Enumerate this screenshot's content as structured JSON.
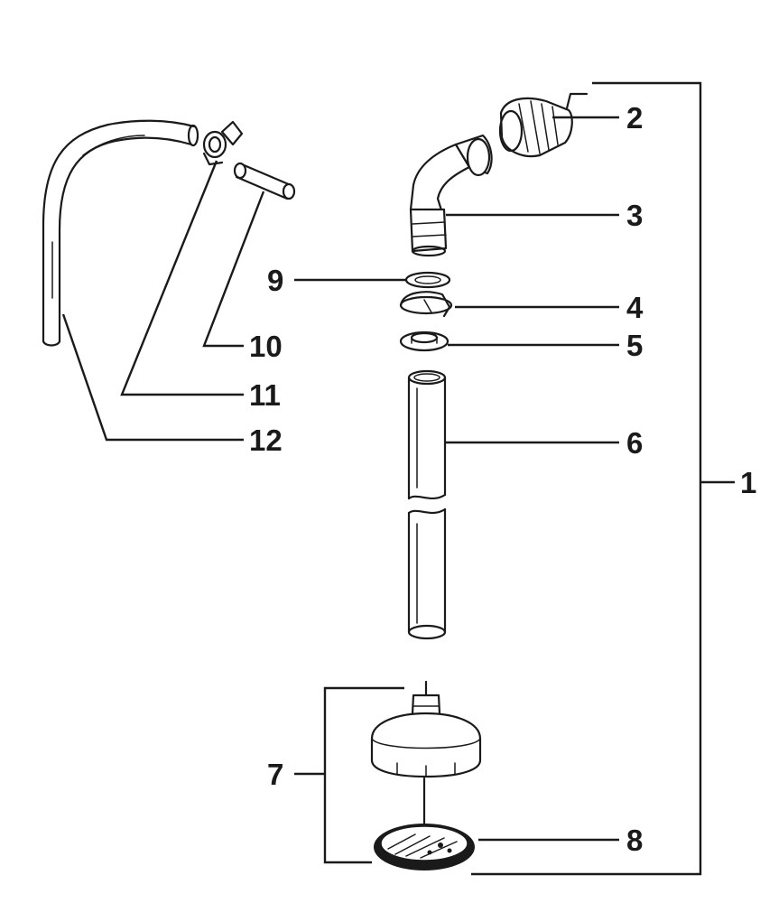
{
  "callouts": {
    "c1": "1",
    "c2": "2",
    "c3": "3",
    "c4": "4",
    "c5": "5",
    "c6": "6",
    "c7": "7",
    "c8": "8",
    "c9": "9",
    "c10": "10",
    "c11": "11",
    "c12": "12"
  },
  "colors": {
    "ink": "#1a1a1a",
    "background": "#ffffff"
  }
}
